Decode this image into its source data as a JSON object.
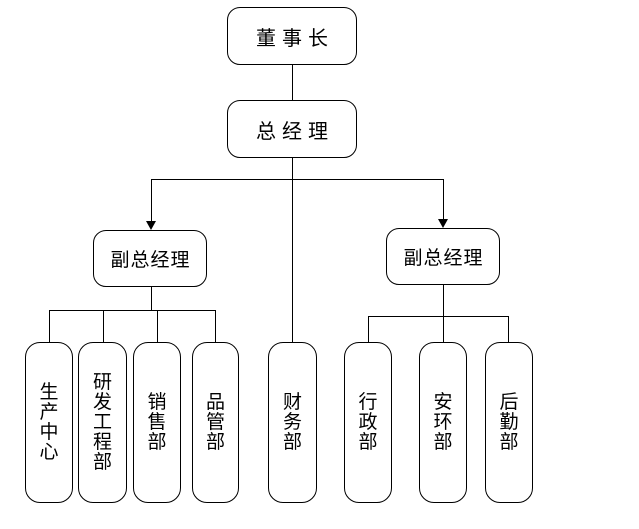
{
  "org_chart": {
    "title_hint": "company organization chart",
    "colors": {
      "background": "#ffffff",
      "line": "#000000",
      "box_border": "#000000",
      "text": "#000000"
    },
    "nodes": {
      "chairman": {
        "label": "董事长"
      },
      "general_manager": {
        "label": "总经理"
      },
      "deputy_gm_left": {
        "label": "副总经理"
      },
      "deputy_gm_right": {
        "label": "副总经理"
      }
    },
    "departments": [
      {
        "label": "生产中心",
        "parent": "deputy_gm_left"
      },
      {
        "label": "研发工程部",
        "parent": "deputy_gm_left"
      },
      {
        "label": "销售部",
        "parent": "deputy_gm_left"
      },
      {
        "label": "品管部",
        "parent": "deputy_gm_left"
      },
      {
        "label": "财务部",
        "parent": "general_manager"
      },
      {
        "label": "行政部",
        "parent": "deputy_gm_right"
      },
      {
        "label": "安环部",
        "parent": "deputy_gm_right"
      },
      {
        "label": "后勤部",
        "parent": "deputy_gm_right"
      }
    ]
  }
}
